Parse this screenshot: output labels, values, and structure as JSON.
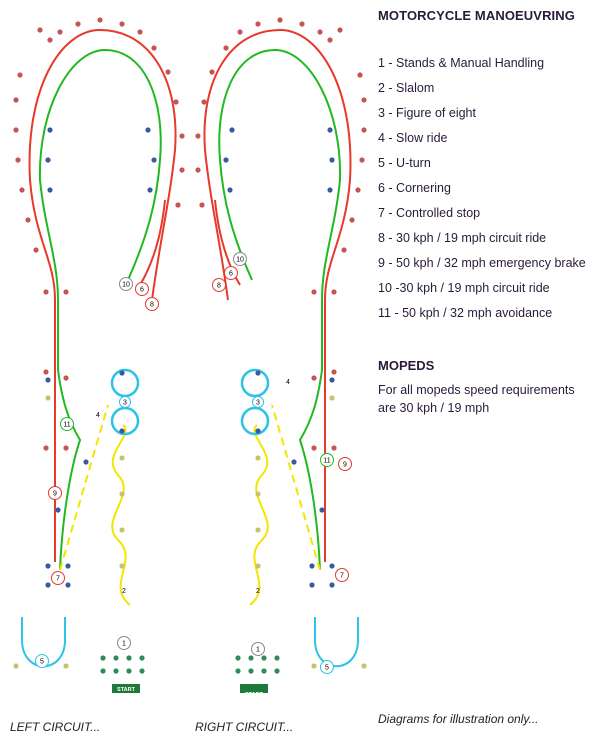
{
  "title": "MOTORCYCLE MANOEUVRING",
  "exercises": [
    "1 - Stands & Manual Handling",
    "2 - Slalom",
    "3 - Figure of eight",
    "4 - Slow ride",
    "5 - U-turn",
    "6 - Cornering",
    "7 - Controlled stop",
    "8 - 30 kph / 19 mph circuit ride",
    "9 - 50 kph / 32 mph emergency brake",
    "10 -30 kph / 19 mph circuit ride",
    "11 - 50 kph / 32 mph avoidance"
  ],
  "mopeds": {
    "title": "MOPEDS",
    "line1": "For all mopeds speed requirements",
    "line2": "are 30 kph / 19 mph"
  },
  "captions": {
    "left": "LEFT CIRCUIT...",
    "right": "RIGHT CIRCUIT...",
    "note": "Diagrams for illustration only..."
  },
  "markers": {
    "m1": "1",
    "m2": "2",
    "m3": "3",
    "m4": "4",
    "m5": "5",
    "m6": "6",
    "m7": "7",
    "m8": "8",
    "m9": "9",
    "m10": "10",
    "m11": "11",
    "start": "START"
  },
  "colors": {
    "red_route": "#e8392b",
    "green_route": "#22b822",
    "yellow_route": "#f2e600",
    "cyan_route": "#2cc3e6",
    "red_cone": "#c55555",
    "blue_cone": "#3a5a9c",
    "yellow_cone": "#c8c270",
    "green_cone": "#2e8b5a",
    "start_box": "#1e7a3a"
  }
}
